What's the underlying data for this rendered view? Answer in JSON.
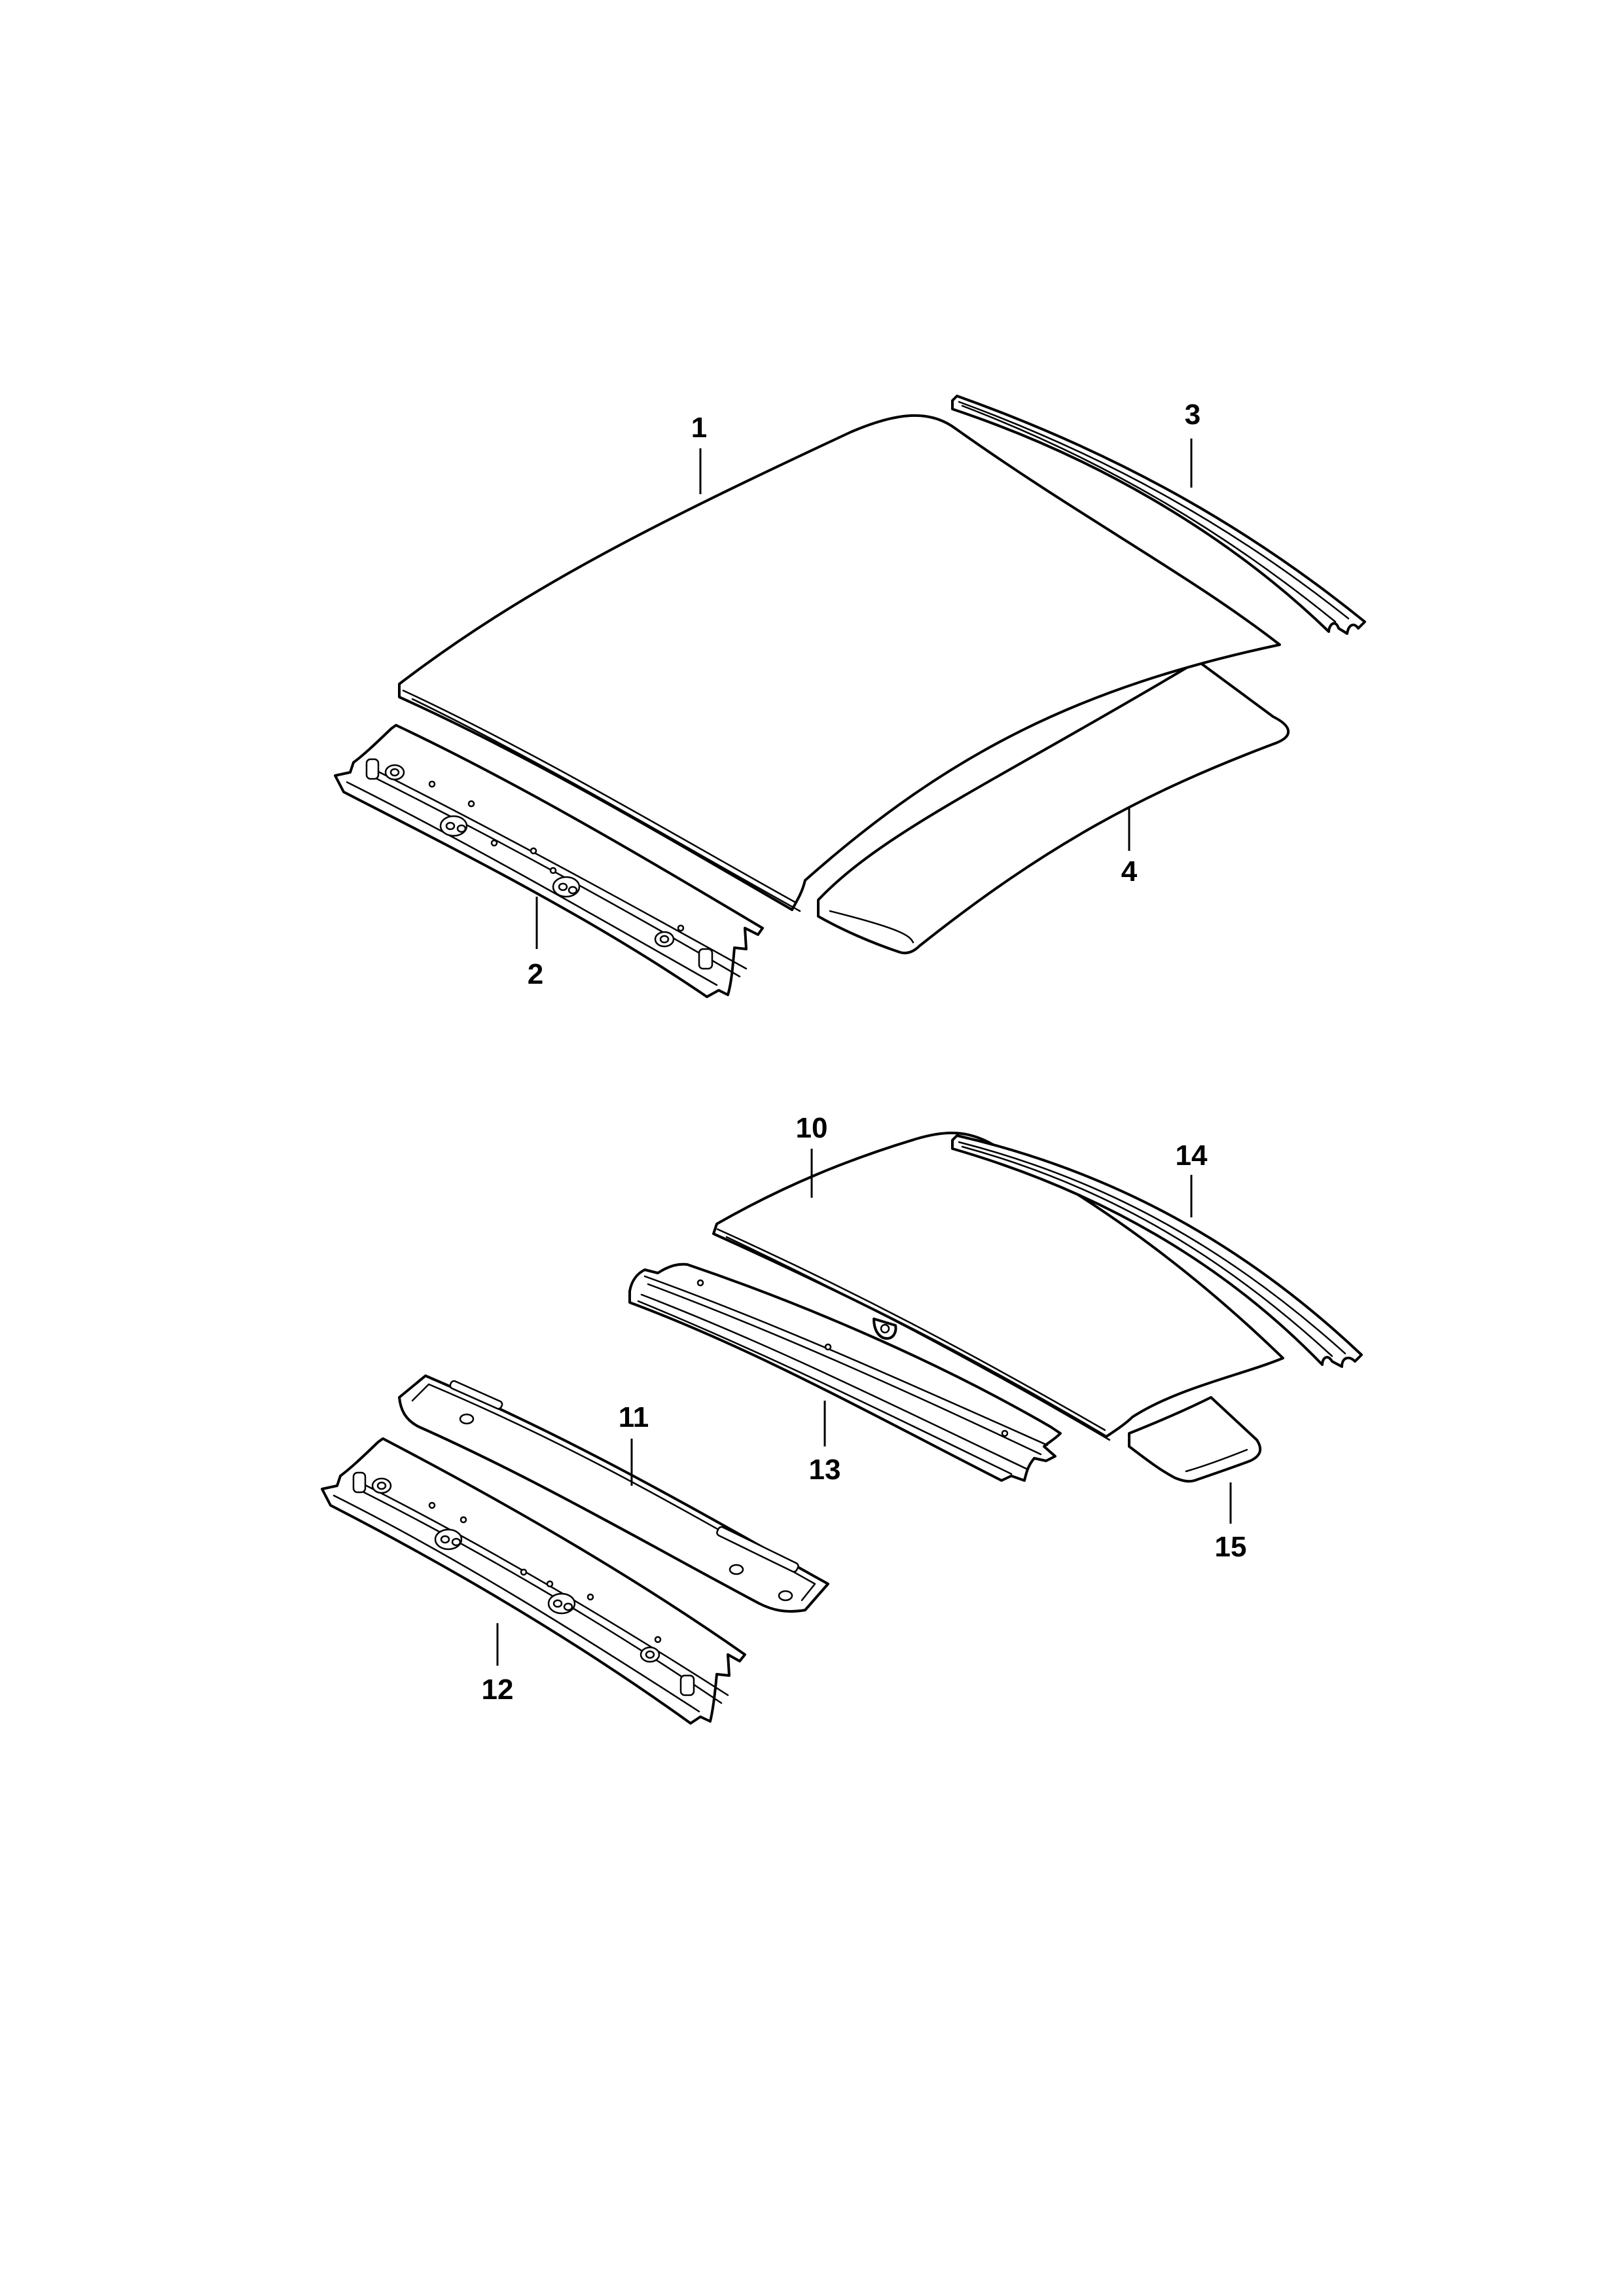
{
  "callouts": {
    "c1": "1",
    "c2": "2",
    "c3": "3",
    "c4": "4",
    "c10": "10",
    "c11": "11",
    "c12": "12",
    "c13": "13",
    "c14": "14",
    "c15": "15"
  },
  "colors": {
    "line": "#000000",
    "background": "#ffffff"
  }
}
